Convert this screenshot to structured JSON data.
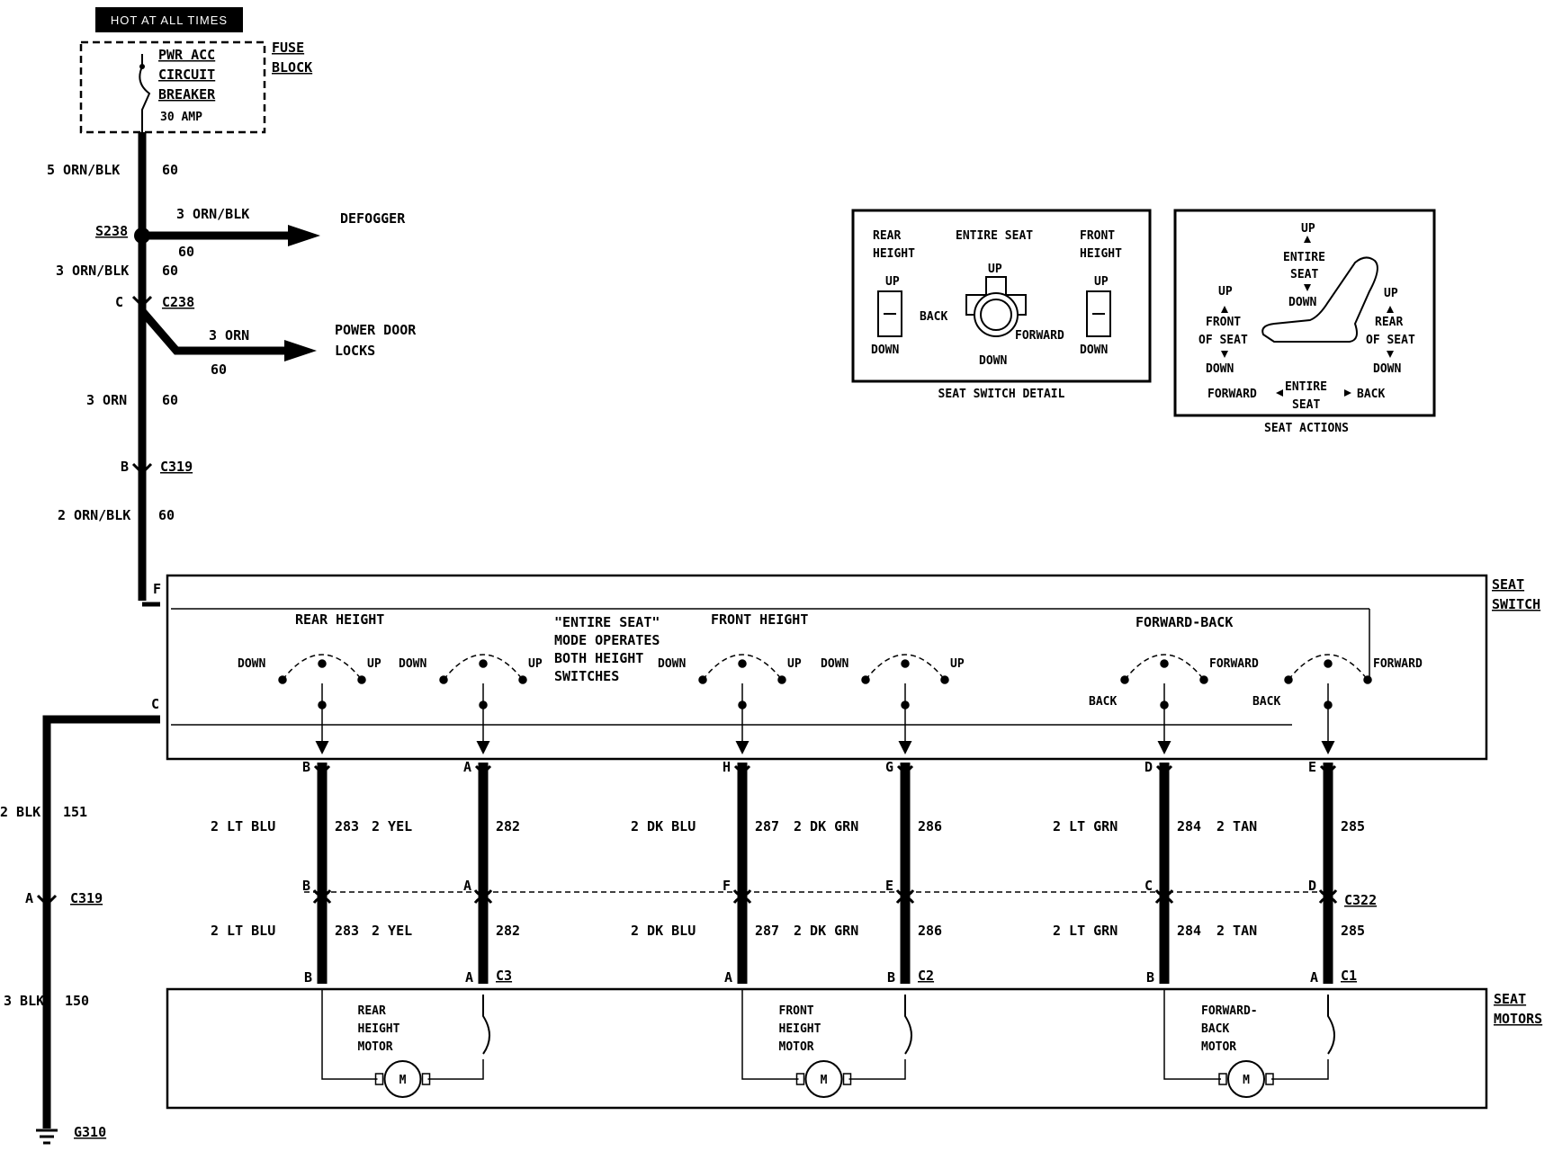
{
  "header": {
    "hot_label": "HOT AT ALL TIMES"
  },
  "fuse_block": {
    "title_line1": "FUSE",
    "title_line2": "BLOCK",
    "breaker_line1": "PWR ACC",
    "breaker_line2": "CIRCUIT",
    "breaker_line3": "BREAKER",
    "rating": "30 AMP"
  },
  "feed": {
    "w1_label": "5 ORN/BLK",
    "w1_circuit": "60",
    "splice": "S238",
    "defog_wire": "3 ORN/BLK",
    "defog_circuit": "60",
    "defogger": "DEFOGGER",
    "w2_label": "3 ORN/BLK",
    "w2_circuit": "60",
    "c238_pin": "C",
    "c238": "C238",
    "locks_wire": "3 ORN",
    "locks_circuit": "60",
    "locks_line1": "POWER DOOR",
    "locks_line2": "LOCKS",
    "w3_label": "3 ORN",
    "w3_circuit": "60",
    "c319_pin": "B",
    "c319": "C319",
    "w4_label": "2 ORN/BLK",
    "w4_circuit": "60",
    "switch_pin_f": "F"
  },
  "ground": {
    "switch_pin_c": "C",
    "w1_label": "2 BLK",
    "w1_circuit": "151",
    "c319_pin": "A",
    "c319": "C319",
    "w2_label": "3 BLK",
    "w2_circuit": "150",
    "ground_id": "G310"
  },
  "seat_switch": {
    "title_line1": "SEAT",
    "title_line2": "SWITCH",
    "rear_height": "REAR HEIGHT",
    "front_height": "FRONT HEIGHT",
    "forward_back": "FORWARD-BACK",
    "note_line1": "\"ENTIRE SEAT\"",
    "note_line2": "MODE OPERATES",
    "note_line3": "BOTH HEIGHT",
    "note_line4": "SWITCHES",
    "down": "DOWN",
    "up": "UP",
    "forward": "FORWARD",
    "back": "BACK"
  },
  "circuits": [
    {
      "sw_pin": "B",
      "wire_top": "2 LT BLU",
      "circ_top": "283",
      "c322_pin": "B",
      "wire_bot": "2 LT BLU",
      "circ_bot": "283",
      "motor_pin": "B"
    },
    {
      "sw_pin": "A",
      "wire_top": "2 YEL",
      "circ_top": "282",
      "c322_pin": "A",
      "wire_bot": "2 YEL",
      "circ_bot": "282",
      "motor_pin": "A",
      "connector": "C3"
    },
    {
      "sw_pin": "H",
      "wire_top": "2 DK BLU",
      "circ_top": "287",
      "c322_pin": "F",
      "wire_bot": "2 DK BLU",
      "circ_bot": "287",
      "motor_pin": "A"
    },
    {
      "sw_pin": "G",
      "wire_top": "2 DK GRN",
      "circ_top": "286",
      "c322_pin": "E",
      "wire_bot": "2 DK GRN",
      "circ_bot": "286",
      "motor_pin": "B",
      "connector": "C2"
    },
    {
      "sw_pin": "D",
      "wire_top": "2 LT GRN",
      "circ_top": "284",
      "c322_pin": "C",
      "wire_bot": "2 LT GRN",
      "circ_bot": "284",
      "motor_pin": "B"
    },
    {
      "sw_pin": "E",
      "wire_top": "2 TAN",
      "circ_top": "285",
      "c322_pin": "D",
      "wire_bot": "2 TAN",
      "circ_bot": "285",
      "motor_pin": "A",
      "connector": "C1",
      "connector_id": "C322"
    }
  ],
  "seat_motors": {
    "title_line1": "SEAT",
    "title_line2": "MOTORS",
    "rear": [
      "REAR",
      "HEIGHT",
      "MOTOR"
    ],
    "front": [
      "FRONT",
      "HEIGHT",
      "MOTOR"
    ],
    "fb": [
      "FORWARD-",
      "BACK",
      "MOTOR"
    ],
    "m": "M"
  },
  "switch_detail": {
    "caption": "SEAT SWITCH DETAIL",
    "rear_line1": "REAR",
    "rear_line2": "HEIGHT",
    "entire": "ENTIRE SEAT",
    "front_line1": "FRONT",
    "front_line2": "HEIGHT",
    "up": "UP",
    "down": "DOWN",
    "back": "BACK",
    "forward": "FORWARD"
  },
  "seat_actions": {
    "caption": "SEAT ACTIONS",
    "up": "UP",
    "down": "DOWN",
    "entire_line1": "ENTIRE",
    "entire_line2": "SEAT",
    "front_line1": "FRONT",
    "front_line2": "OF SEAT",
    "rear_line1": "REAR",
    "rear_line2": "OF SEAT",
    "forward": "FORWARD",
    "back": "BACK"
  }
}
